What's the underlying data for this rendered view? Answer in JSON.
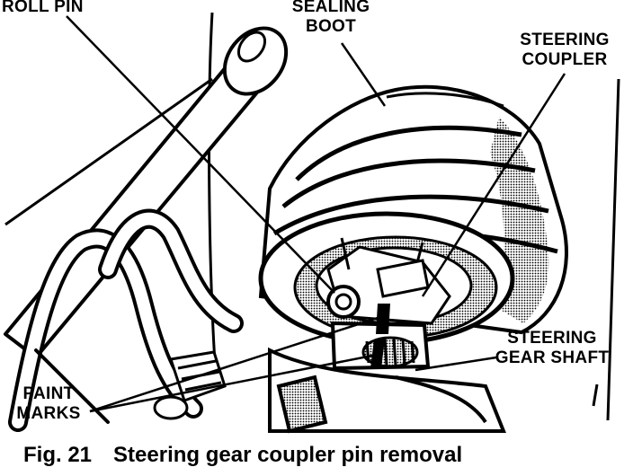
{
  "labels": {
    "roll_pin": "ROLL PIN",
    "sealing_boot": [
      "SEALING",
      "BOOT"
    ],
    "steering_coupler": [
      "STEERING",
      "COUPLER"
    ],
    "steering_gear_shaft": [
      "STEERING",
      "GEAR SHAFT"
    ],
    "paint_marks": [
      "PAINT",
      "MARKS"
    ]
  },
  "caption": {
    "number": "Fig. 21",
    "title": "Steering gear coupler pin removal"
  },
  "colors": {
    "ink": "#000000",
    "paper": "#ffffff",
    "halftone": "#8a8a8a"
  }
}
